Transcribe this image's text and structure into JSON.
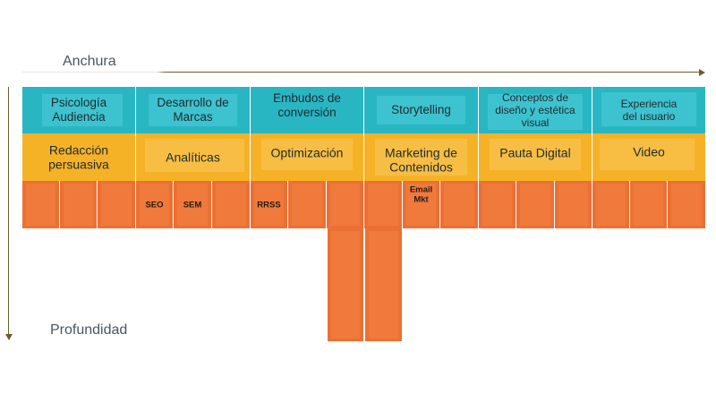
{
  "axes": {
    "x_label": "Anchura",
    "y_label": "Profundidad"
  },
  "colors": {
    "teal": "#29b6c3",
    "yellow": "#f6b227",
    "orange": "#ec7034",
    "axis": "#6f5a2c"
  },
  "teal_row": [
    "Psicología\nAudiencia",
    "Desarrollo de\nMarcas",
    "Embudos de\nconversión",
    "Storytelling",
    "Conceptos de\ndiseño y estética\nvisual",
    "Experiencia\ndel usuario"
  ],
  "yellow_row": [
    "Redacción\npersuasiva",
    "Analíticas",
    "Optimización",
    "Marketing de\nContenidos",
    "Pauta Digital",
    "Video"
  ],
  "orange_row": {
    "labels": [
      "",
      "",
      "",
      "SEO",
      "SEM",
      "",
      "RRSS",
      "",
      "",
      "",
      "Email\nMkt",
      "",
      "",
      "",
      "",
      "",
      "",
      ""
    ]
  }
}
